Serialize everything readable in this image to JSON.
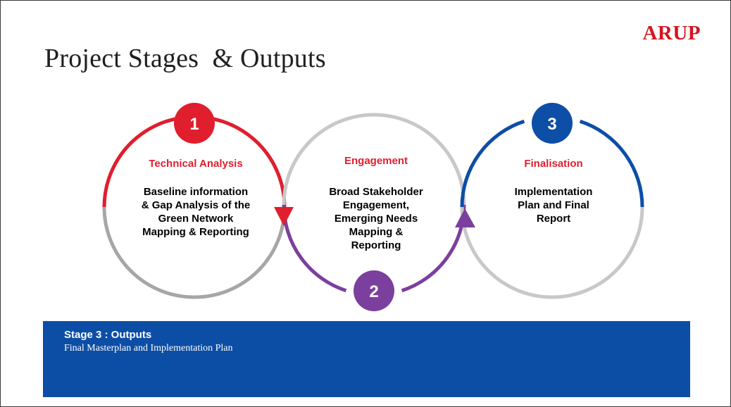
{
  "slide": {
    "title": "Project Stages  & Outputs",
    "logo_text": "ARUP"
  },
  "colors": {
    "red": "#e01e2d",
    "purple": "#7b3f9e",
    "blue": "#0d4ea6",
    "grey": "#a6a6a6",
    "light_grey": "#c8c8c8",
    "dark_grey": "#8f8f8f",
    "outputs_bar": "#0c4ea5",
    "logo": "#d4141f"
  },
  "stages": [
    {
      "number": "1",
      "heading": "Technical Analysis",
      "body_lines": [
        "Baseline information",
        "& Gap Analysis of the",
        "Green Network",
        "Mapping & Reporting"
      ]
    },
    {
      "number": "2",
      "heading": "Engagement",
      "body_lines": [
        "Broad Stakeholder",
        "Engagement,",
        "Emerging Needs",
        "Mapping &",
        "Reporting"
      ]
    },
    {
      "number": "3",
      "heading": "Finalisation",
      "body_lines": [
        "Implementation",
        "Plan and Final",
        "Report"
      ]
    }
  ],
  "outputs": {
    "title": "Stage 3 : Outputs",
    "text": "Final Masterplan and Implementation Plan"
  }
}
